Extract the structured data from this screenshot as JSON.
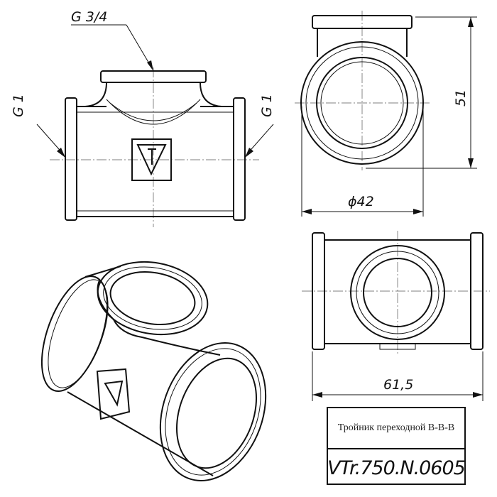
{
  "dimensions": {
    "branch_thread": "G 3/4",
    "left_thread": "G 1",
    "right_thread": "G 1",
    "height": "51",
    "diameter": "ϕ42",
    "length": "61,5"
  },
  "title_block": {
    "name": "Тройник переходной В-В-В",
    "code": "VTr.750.N.0605"
  }
}
